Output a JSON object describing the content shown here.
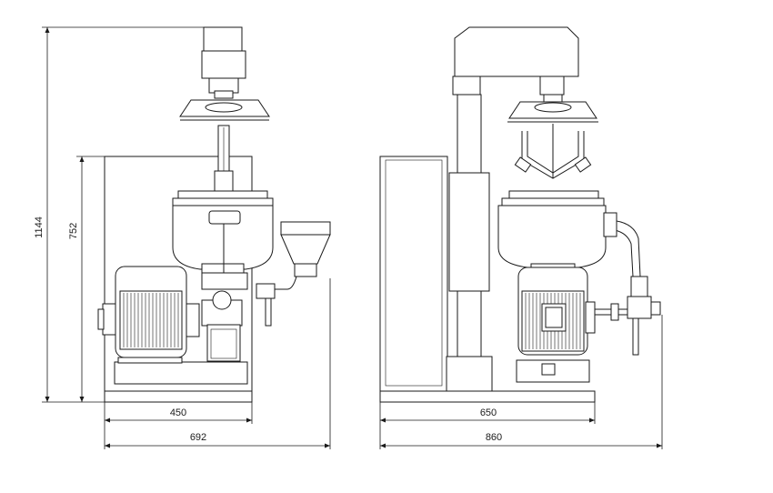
{
  "dimensions": {
    "left_view": {
      "overall_height": "1144",
      "frame_height": "752",
      "base_width": "450",
      "overall_width": "692"
    },
    "right_view": {
      "base_width": "650",
      "overall_width": "860"
    }
  }
}
